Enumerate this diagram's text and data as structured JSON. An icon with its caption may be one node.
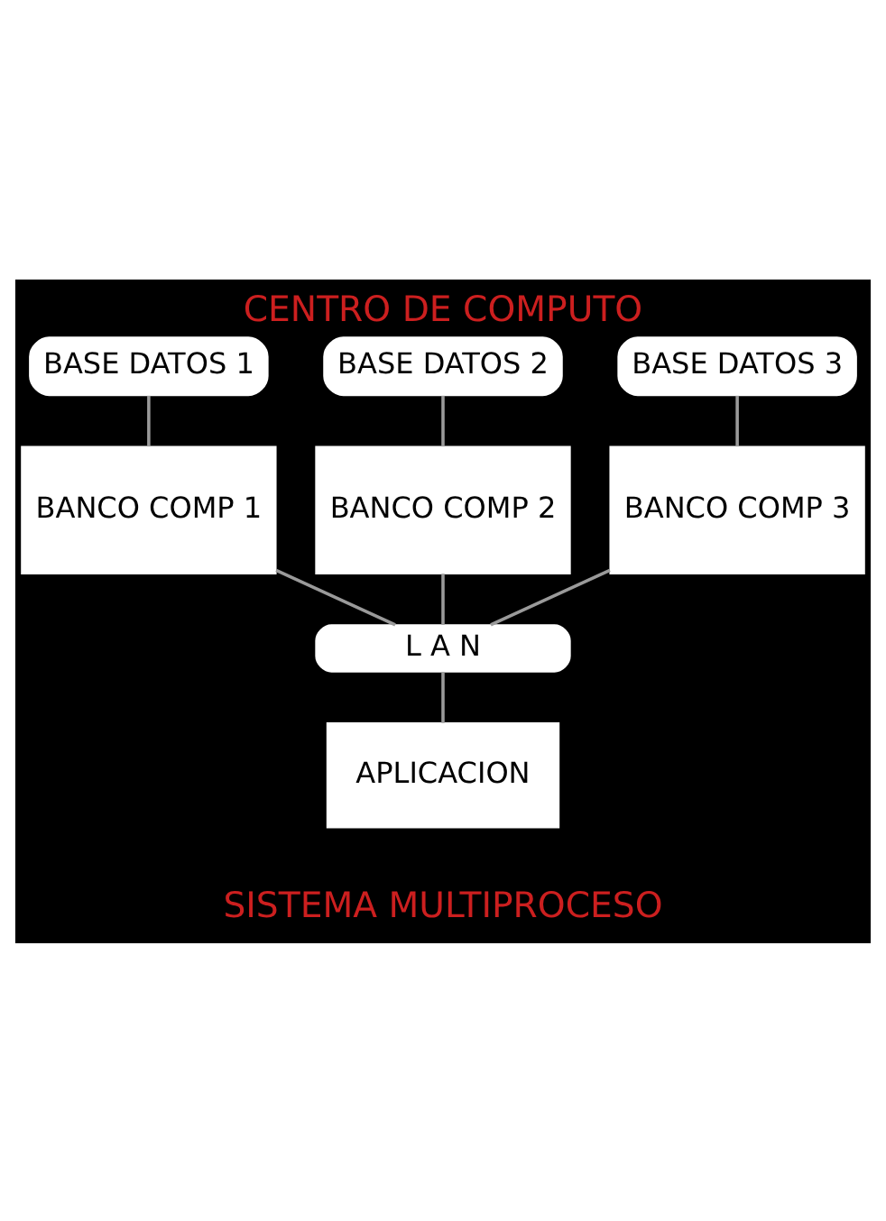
{
  "diagram": {
    "title": "CENTRO DE COMPUTO",
    "caption": "SISTEMA MULTIPROCESO",
    "nodes": [
      {
        "text": [
          "BASE DATOS 1"
        ]
      },
      {
        "text": [
          "BASE DATOS 2"
        ]
      },
      {
        "text": [
          "BASE DATOS 3"
        ]
      },
      {
        "text": [
          "BANCO COMP 1"
        ]
      },
      {
        "text": [
          "BANCO COMP 2"
        ]
      },
      {
        "text": [
          "BANCO COMP 3"
        ]
      },
      {
        "text": [
          "L A N"
        ]
      },
      {
        "text": [
          "APLICACION"
        ]
      }
    ],
    "edges": [
      {
        "from": 0,
        "to": 3,
        "arrow": "none"
      },
      {
        "from": 1,
        "to": 4,
        "arrow": "none"
      },
      {
        "from": 2,
        "to": 5,
        "arrow": "none"
      },
      {
        "from": 3,
        "to": 6,
        "arrow": "none"
      },
      {
        "from": 4,
        "to": 6,
        "arrow": "none"
      },
      {
        "from": 5,
        "to": 6,
        "arrow": "none"
      },
      {
        "from": 6,
        "to": 7,
        "arrow": "none"
      }
    ]
  }
}
